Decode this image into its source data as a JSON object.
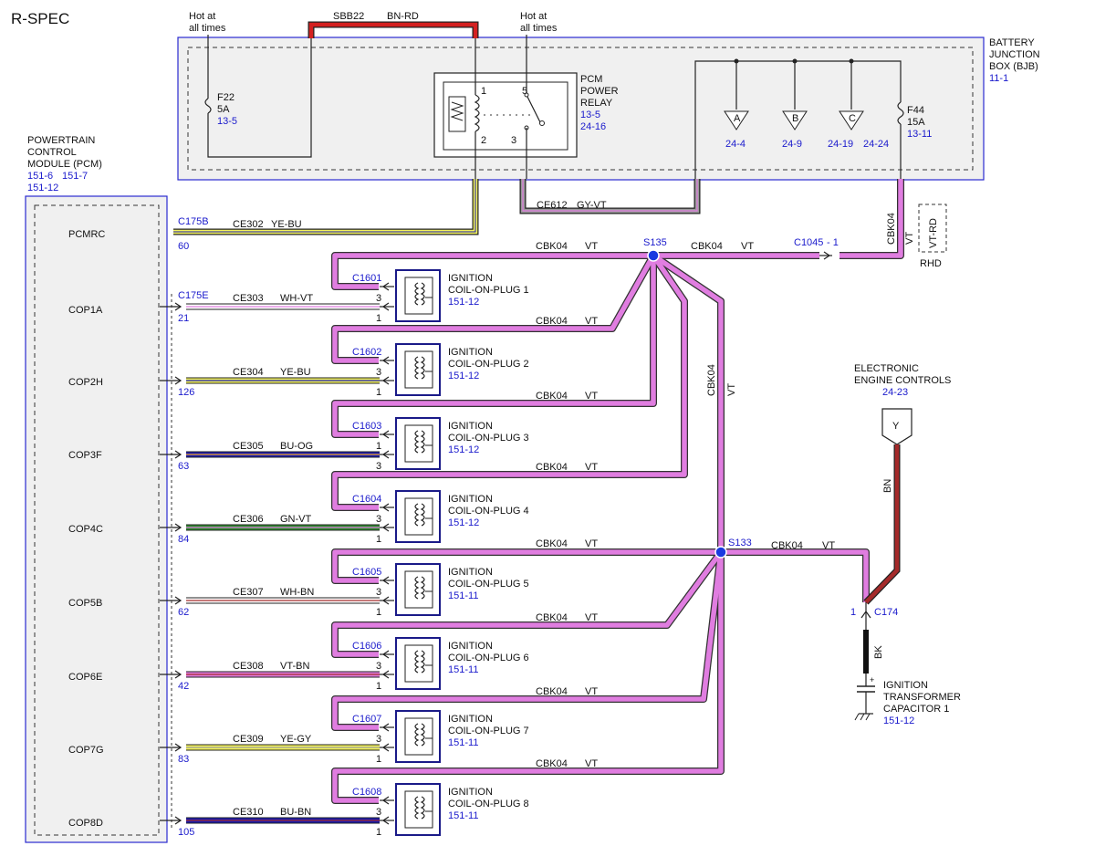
{
  "title": "R-SPEC",
  "hot_at_times": [
    "Hot at",
    "all times"
  ],
  "bjb": {
    "label": [
      "BATTERY",
      "JUNCTION",
      "BOX (BJB)"
    ],
    "ref": "11-1",
    "fuse_f22": {
      "name": "F22",
      "rating": "5A",
      "ref": "13-5"
    },
    "fuse_f44": {
      "name": "F44",
      "rating": "15A",
      "ref": "13-11"
    },
    "top_wire": {
      "circuit": "SBB22",
      "color": "BN-RD"
    },
    "relay": {
      "label": [
        "PCM",
        "POWER",
        "RELAY"
      ],
      "refs": [
        "13-5",
        "24-16"
      ],
      "pins": [
        "1",
        "5",
        "2",
        "3"
      ]
    },
    "connectors": [
      {
        "letter": "A",
        "ref": "24-4"
      },
      {
        "letter": "B",
        "ref": "24-9"
      },
      {
        "letter": "C",
        "ref": "24-19"
      }
    ],
    "extra_ref": "24-24"
  },
  "pcm": {
    "label": [
      "POWERTRAIN",
      "CONTROL",
      "MODULE (PCM)"
    ],
    "refs": [
      "151-6",
      "151-7",
      "151-12"
    ],
    "pins": [
      "PCMRC",
      "COP1A",
      "COP2H",
      "COP3F",
      "COP4C",
      "COP5B",
      "COP6E",
      "COP7G",
      "COP8D"
    ]
  },
  "pcm_wire": {
    "connector": "C175B",
    "pin": "60",
    "circuit": "CE302",
    "color": "YE-BU"
  },
  "relay_wire": {
    "circuit": "CE612",
    "color": "GY-VT"
  },
  "coil_connector_c175e": "C175E",
  "coils": [
    {
      "connector": "C1601",
      "label": [
        "IGNITION",
        "COIL-ON-PLUG 1"
      ],
      "ref": "151-12",
      "circuit": "CE303",
      "color": "WH-VT",
      "pcm_pin": "21",
      "pin_top": "3",
      "pin_bot": "1"
    },
    {
      "connector": "C1602",
      "label": [
        "IGNITION",
        "COIL-ON-PLUG 2"
      ],
      "ref": "151-12",
      "circuit": "CE304",
      "color": "YE-BU",
      "pcm_pin": "126",
      "pin_top": "3",
      "pin_bot": "1"
    },
    {
      "connector": "C1603",
      "label": [
        "IGNITION",
        "COIL-ON-PLUG 3"
      ],
      "ref": "151-12",
      "circuit": "CE305",
      "color": "BU-OG",
      "pcm_pin": "63",
      "pin_top": "1",
      "pin_bot": "3"
    },
    {
      "connector": "C1604",
      "label": [
        "IGNITION",
        "COIL-ON-PLUG 4"
      ],
      "ref": "151-12",
      "circuit": "CE306",
      "color": "GN-VT",
      "pcm_pin": "84",
      "pin_top": "3",
      "pin_bot": "1"
    },
    {
      "connector": "C1605",
      "label": [
        "IGNITION",
        "COIL-ON-PLUG 5"
      ],
      "ref": "151-11",
      "circuit": "CE307",
      "color": "WH-BN",
      "pcm_pin": "62",
      "pin_top": "3",
      "pin_bot": "1"
    },
    {
      "connector": "C1606",
      "label": [
        "IGNITION",
        "COIL-ON-PLUG 6"
      ],
      "ref": "151-11",
      "circuit": "CE308",
      "color": "VT-BN",
      "pcm_pin": "42",
      "pin_top": "3",
      "pin_bot": "1"
    },
    {
      "connector": "C1607",
      "label": [
        "IGNITION",
        "COIL-ON-PLUG 7"
      ],
      "ref": "151-11",
      "circuit": "CE309",
      "color": "YE-GY",
      "pcm_pin": "83",
      "pin_top": "3",
      "pin_bot": "1"
    },
    {
      "connector": "C1608",
      "label": [
        "IGNITION",
        "COIL-ON-PLUG 8"
      ],
      "ref": "151-11",
      "circuit": "CE310",
      "color": "BU-BN",
      "pcm_pin": "105",
      "pin_top": "3",
      "pin_bot": "1"
    }
  ],
  "vt_circuit": {
    "circuit": "CBK04",
    "color": "VT"
  },
  "splice_s135": "S135",
  "splice_s133": "S133",
  "c1045": {
    "name": "C1045",
    "pin": "- 1"
  },
  "rhd": {
    "option": "VT-RD",
    "label": "RHD"
  },
  "eec": {
    "label": [
      "ELECTRONIC",
      "ENGINE CONTROLS"
    ],
    "ref": "24-23",
    "connector": "Y"
  },
  "bn_wire": "BN",
  "bk_wire": "BK",
  "c174": {
    "name": "C174",
    "pin": "1"
  },
  "capacitor": {
    "label": [
      "IGNITION",
      "TRANSFORMER",
      "CAPACITOR 1"
    ],
    "ref": "151-12"
  },
  "wire_colors": {
    "VT": "#e07de0",
    "BN": "#a52a2a",
    "YE": "#f2f25a",
    "BU": "#1a1ab0",
    "GN": "#2e8b2e",
    "WH": "#ffffff",
    "RD": "#e02020",
    "GY": "#9a9a9a",
    "OG": "#f5a623",
    "BK": "#111111"
  }
}
